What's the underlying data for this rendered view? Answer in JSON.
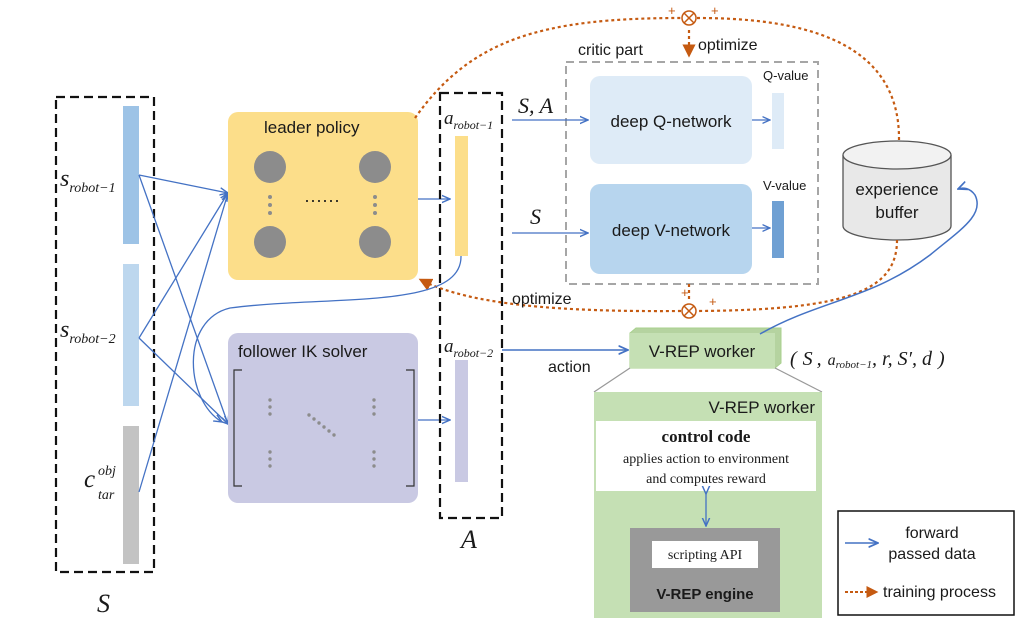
{
  "state_group": {
    "label": "S",
    "inputs": [
      {
        "main": "s",
        "sub": "robot−1"
      },
      {
        "main": "s",
        "sub": "robot−2"
      },
      {
        "main": "c",
        "sub": "tar",
        "sup": "obj"
      }
    ]
  },
  "leader_policy": {
    "title": "leader policy",
    "dots": "······"
  },
  "follower_solver": {
    "title": "follower IK solver"
  },
  "action_group": {
    "label": "A",
    "robot1": {
      "main": "a",
      "sub": "robot−1"
    },
    "robot2": {
      "main": "a",
      "sub": "robot−2"
    }
  },
  "critic": {
    "title": "critic part",
    "q_input": "S, A",
    "v_input": "S",
    "q_network": "deep Q-network",
    "v_network": "deep V-network",
    "q_value": "Q-value",
    "v_value": "V-value"
  },
  "buffer": {
    "line1": "experience",
    "line2": "buffer"
  },
  "training": {
    "optimize_top": "optimize",
    "optimize_bottom": "optimize",
    "plus": "+"
  },
  "worker_node": {
    "label": "V-REP worker",
    "action_label": "action"
  },
  "transition": {
    "open": "(",
    "s": "S",
    "a_main": "a",
    "a_sub": "robot−1",
    "rest": ", r, S′, d",
    "close": ")"
  },
  "worker_detail": {
    "title": "V-REP worker",
    "control_title": "control code",
    "control_line1": "applies action to environment",
    "control_line2": "and computes reward",
    "api": "scripting API",
    "engine": "V-REP engine"
  },
  "legend": {
    "forward_line1": "forward",
    "forward_line2": "passed data",
    "training": "training process"
  },
  "colors": {
    "forward": "#4472c4",
    "training": "#c55a11",
    "leader_fill": "#fcde8a",
    "follower_fill": "#c9c9e3",
    "network_fill": "#b7d5ee",
    "worker_fill": "#c5e0b4",
    "engine_fill": "#999999"
  }
}
